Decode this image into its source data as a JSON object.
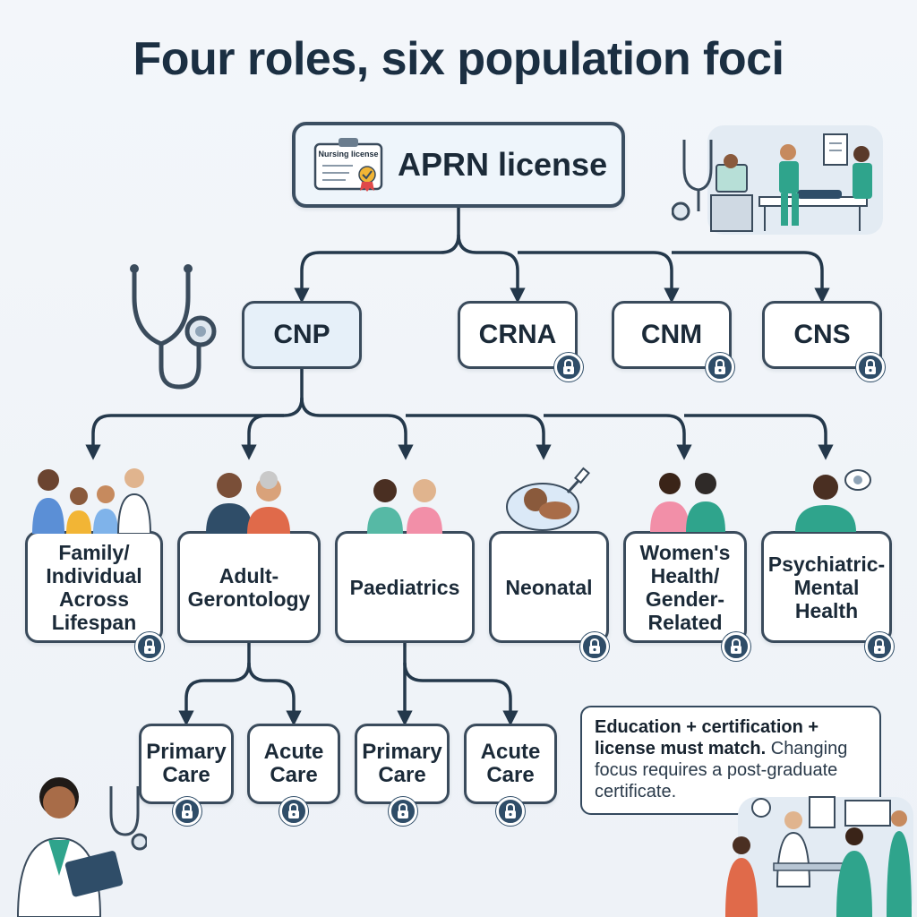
{
  "title": "Four roles, six population foci",
  "root": {
    "label": "APRN license",
    "card_text": "Nursing license"
  },
  "roles": [
    {
      "label": "CNP",
      "locked": false
    },
    {
      "label": "CRNA",
      "locked": true
    },
    {
      "label": "CNM",
      "locked": true
    },
    {
      "label": "CNS",
      "locked": true
    }
  ],
  "populations": [
    {
      "label": "Family/ Individual Across Lifespan",
      "locked": true
    },
    {
      "label": "Adult-Gerontology",
      "locked": false
    },
    {
      "label": "Paediatrics",
      "locked": false
    },
    {
      "label": "Neonatal",
      "locked": true
    },
    {
      "label": "Women's Health/ Gender-Related",
      "locked": true
    },
    {
      "label": "Psychiatric-Mental Health",
      "locked": true
    }
  ],
  "subfoci": [
    {
      "label": "Primary Care",
      "locked": true
    },
    {
      "label": "Acute Care",
      "locked": true
    },
    {
      "label": "Primary Care",
      "locked": true
    },
    {
      "label": "Acute Care",
      "locked": true
    }
  ],
  "note": {
    "bold": "Education + certification + license must match.",
    "text": " Changing focus requires a post-graduate certificate."
  },
  "colors": {
    "accent": "#2f4d68",
    "border": "#3a4b5c",
    "text": "#1b2a38"
  }
}
